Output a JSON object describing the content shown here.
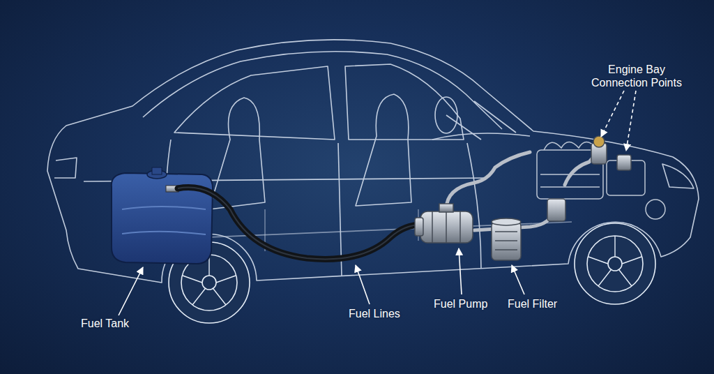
{
  "diagram": {
    "labels": [
      "Engine Bay Connection Points",
      "Fuel Tank",
      "Fuel Lines",
      "Fuel Pump",
      "Fuel Filter"
    ]
  }
}
